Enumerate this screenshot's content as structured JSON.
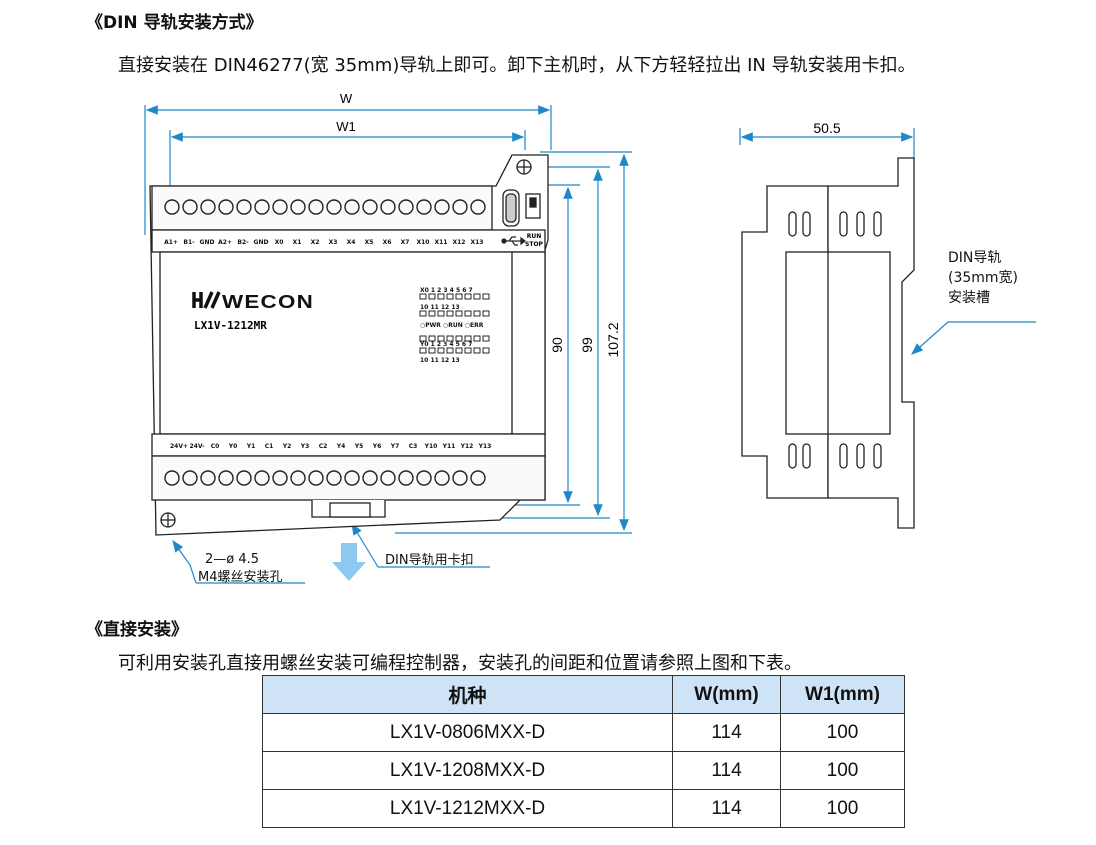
{
  "section1": {
    "heading": "《DIN 导轨安装方式》",
    "text": "直接安装在 DIN46277(宽 35mm)导轨上即可。卸下主机时，从下方轻轻拉出 IN 导轨安装用卡扣。"
  },
  "drawing": {
    "dim_w": "W",
    "dim_w1": "W1",
    "dim_90": "90",
    "dim_99": "99",
    "dim_107": "107.2",
    "dim_side": "50.5",
    "brand": "WECON",
    "model": "LX1V-1212MR",
    "top_terminals": [
      "A1+",
      "B1-",
      "GND",
      "A2+",
      "B2-",
      "GND",
      "X0",
      "X1",
      "X2",
      "X3",
      "X4",
      "X5",
      "X6",
      "X7",
      "X10",
      "X11",
      "X12",
      "X13"
    ],
    "bottom_terminals": [
      "24V+",
      "24V-",
      "C0",
      "Y0",
      "Y1",
      "C1",
      "Y2",
      "Y3",
      "C2",
      "Y4",
      "Y5",
      "Y6",
      "Y7",
      "C3",
      "Y10",
      "Y11",
      "Y12",
      "Y13"
    ],
    "switch_run": "RUN",
    "switch_stop": "STOP",
    "led_x_row1": "X0 1 2 3 4 5 6 7",
    "led_x_row2": "10 11 12 13",
    "led_status": "○PWR ○RUN ○ERR",
    "led_y_row1": "Y0 1 2 3 4 5 6 7",
    "led_y_row2": "10 11 12 13",
    "rail_label_1": "DIN导轨",
    "rail_label_2": "(35mm宽)",
    "rail_label_3": "安装槽",
    "hole_label_1": "2—ø 4.5",
    "hole_label_2": "M4螺丝安装孔",
    "clip_label": "DIN导轨用卡扣"
  },
  "section2": {
    "heading": "《直接安装》",
    "text": "可利用安装孔直接用螺丝安装可编程控制器，安装孔的间距和位置请参照上图和下表。"
  },
  "table": {
    "headers": [
      "机种",
      "W(mm)",
      "W1(mm)"
    ],
    "rows": [
      [
        "LX1V-0806MXX-D",
        "114",
        "100"
      ],
      [
        "LX1V-1208MXX-D",
        "114",
        "100"
      ],
      [
        "LX1V-1212MXX-D",
        "114",
        "100"
      ]
    ]
  },
  "colors": {
    "dimension": "#1e88c8",
    "table_header": "#cfe3f6",
    "arrow": "#8cc8f0"
  }
}
